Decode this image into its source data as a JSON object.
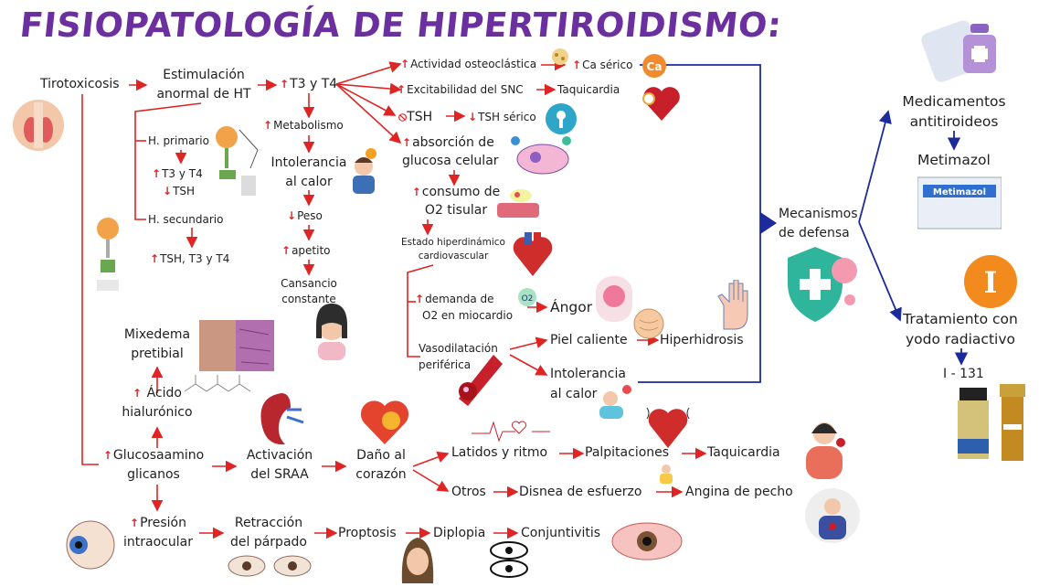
{
  "title": "FISIOPATOLOGÍA DE HIPERTIROIDISMO:",
  "arrows": {
    "up": "↑",
    "down": "↓",
    "no": "⃠"
  },
  "colors": {
    "title": "#6b2fa0",
    "arrow": "#e02424",
    "defense": "#1c2a9c"
  },
  "nodes": {
    "tirotoxicosis": "Tirotoxicosis",
    "estimulacion": [
      "Estimulación",
      "anormal de HT"
    ],
    "t3t4": "T3 y T4",
    "h_primario": "H. primario",
    "hp_t3t4": "T3 y T4",
    "hp_tsh": "TSH",
    "h_secundario": "H. secundario",
    "hs_result": "TSH, T3 y T4",
    "metabolismo": "Metabolismo",
    "intolerancia_calor": [
      "Intolerancia",
      "al calor"
    ],
    "peso": "Peso",
    "apetito": "apetito",
    "cansancio": [
      "Cansancio",
      "constante"
    ],
    "actividad_osteo": "Actividad osteoclástica",
    "ca_serico": "Ca sérico",
    "excitabilidad": "Excitabilidad del SNC",
    "taquicardia_top": "Taquicardia",
    "tsh": "TSH",
    "tsh_serico": "TSH sérico",
    "absorcion": [
      "absorción de",
      "glucosa celular"
    ],
    "consumo_o2": [
      "consumo de",
      "O2 tisular"
    ],
    "estado_hiper": [
      "Estado hiperdinámico",
      "cardiovascular"
    ],
    "demanda_o2": [
      "demanda de",
      "O2 en miocardio"
    ],
    "angor": "Ángor",
    "vasodilatacion": [
      "Vasodilatación",
      "periférica"
    ],
    "piel_caliente": "Piel caliente",
    "hiperhidrosis": "Hiperhidrosis",
    "intolerancia_calor2": [
      "Intolerancia",
      "al calor"
    ],
    "mixedema": [
      "Mixedema",
      "pretibial"
    ],
    "acido": [
      "Ácido",
      "hialurónico"
    ],
    "glucosaamino": [
      "Glucosaamino",
      "glicanos"
    ],
    "activacion": [
      "Activación",
      "del SRAA"
    ],
    "dano": [
      "Daño al",
      "corazón"
    ],
    "latidos": "Latidos y ritmo",
    "palpitaciones": "Palpitaciones",
    "taquicardia_bottom": "Taquicardia",
    "otros": "Otros",
    "disnea": "Disnea de esfuerzo",
    "angina": "Angina de pecho",
    "presion": [
      "Presión",
      "intraocular"
    ],
    "retraccion": [
      "Retracción",
      "del párpado"
    ],
    "proptosis": "Proptosis",
    "diplopia": "Diplopia",
    "conjuntivitis": "Conjuntivitis",
    "mecanismos": [
      "Mecanismos",
      "de defensa"
    ],
    "medicamentos": [
      "Medicamentos",
      "antitiroideos"
    ],
    "metimazol": "Metimazol",
    "yodo": [
      "Tratamiento con",
      "yodo radiactivo"
    ],
    "i131": "I - 131"
  },
  "image_text": {
    "ca_badge": "Ca",
    "iodine_badge": "I",
    "metimazol_box": "Metimazol",
    "o2_badge": "O2"
  },
  "icons": [
    "thyroid-icon",
    "pituitary-icon",
    "child-heat-icon",
    "tired-woman-icon",
    "bone-cells-icon",
    "calcium-icon",
    "heart-icon",
    "tsh-icon",
    "cell-glucose-icon",
    "blood-vessel-icon",
    "cardio-heart-icon",
    "chest-pain-icon",
    "hand-icon",
    "skin-icon",
    "red-blood-vessel-icon",
    "skin-biopsy-icon",
    "hyaluronic-molecule-icon",
    "kidney-icon",
    "heart-damage-icon",
    "ecg-icon",
    "palpitations-heart-icon",
    "woman-heart-icon",
    "man-chest-icon",
    "eye-icon",
    "eyes-icon",
    "woman-face-icon",
    "diplopia-eyes-icon",
    "red-eye-icon",
    "pills-icon",
    "metimazol-box-icon",
    "shield-icon",
    "iodine-icon",
    "vials-icon",
    "fire-woman-icon"
  ]
}
